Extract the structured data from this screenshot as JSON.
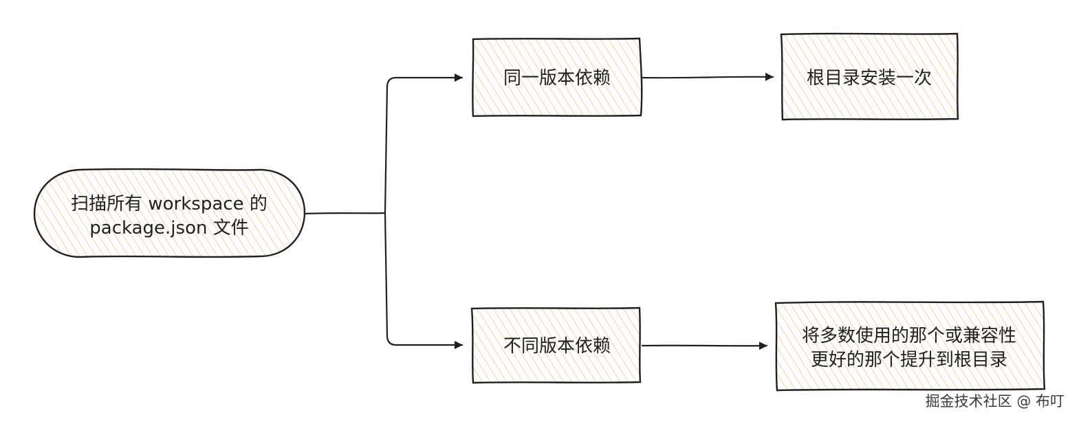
{
  "diagram": {
    "nodes": {
      "source": {
        "line1": "扫描所有 workspace 的",
        "line2": "package.json 文件"
      },
      "same_version": {
        "label": "同一版本依赖"
      },
      "diff_version": {
        "label": "不同版本依赖"
      },
      "install_root": {
        "label": "根目录安装一次"
      },
      "hoist_root": {
        "line1": "将多数使用的那个或兼容性",
        "line2": "更好的那个提升到根目录"
      }
    },
    "watermark": "掘金技术社区 @ 布叮"
  },
  "colors": {
    "stroke": "#1f1f1f",
    "hatch": "#e8c98c",
    "text": "#1f1f1f"
  }
}
